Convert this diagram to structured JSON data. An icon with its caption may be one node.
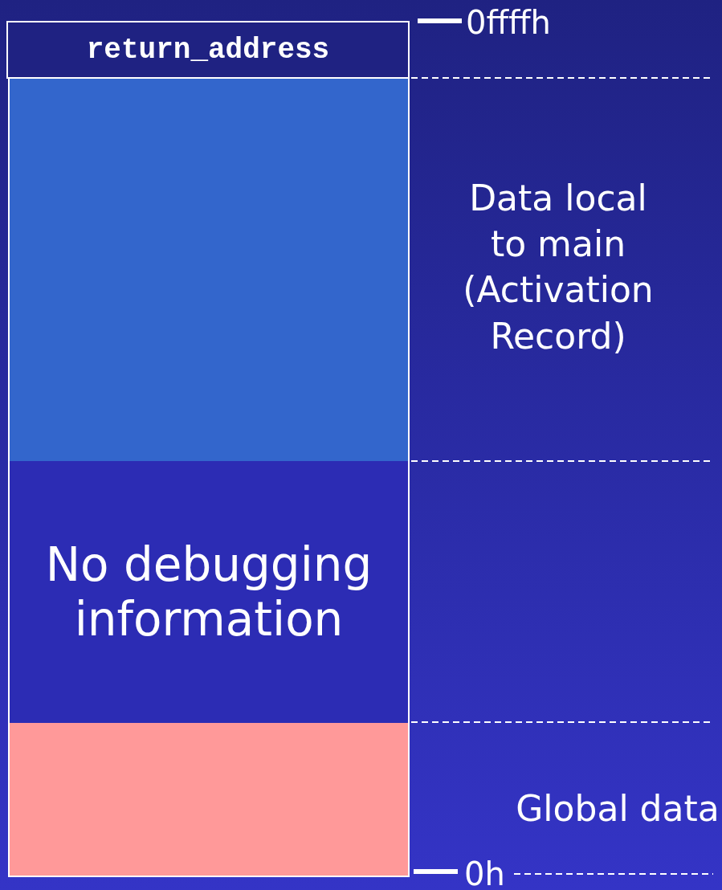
{
  "diagram": {
    "nodes": [
      {
        "text": [
          "return_address"
        ]
      },
      {
        "text": [],
        "shape": "box"
      },
      {
        "text": [
          "No debugging information"
        ]
      },
      {
        "text": [],
        "shape": "box"
      }
    ],
    "edges": [],
    "labels": [
      "0ffffh",
      "Data local to main (Activation Record)",
      "Global data",
      "0h"
    ]
  }
}
